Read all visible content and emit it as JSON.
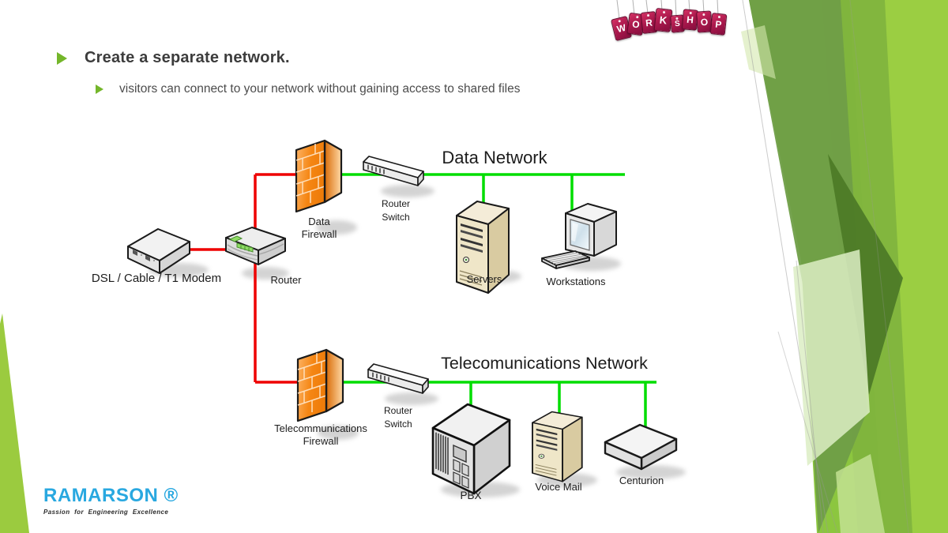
{
  "slide": {
    "title": "Create a separate network.",
    "subtitle": "visitors can connect to your network without gaining access to shared files"
  },
  "workshop": {
    "letters": [
      "W",
      "O",
      "R",
      "K",
      "S",
      "H",
      "O",
      "P"
    ]
  },
  "brand": {
    "name": "RAMARSON ®",
    "tagline": "Passion for Engineering Excellence"
  },
  "diagram": {
    "titles": {
      "data_network": "Data Network",
      "telecom_network": "Telecomunications Network"
    },
    "labels": {
      "modem": "DSL / Cable / T1 Modem",
      "router": "Router",
      "data_firewall_line1": "Data",
      "data_firewall_line2": "Firewall",
      "switch1_line1": "Router",
      "switch1_line2": "Switch",
      "servers": "Servers",
      "workstations": "Workstations",
      "telecom_firewall_line1": "Telecommunications",
      "telecom_firewall_line2": "Firewall",
      "switch2_line1": "Router",
      "switch2_line2": "Switch",
      "pbx": "PBX",
      "voicemail": "Voice Mail",
      "centurion": "Centurion"
    },
    "colors": {
      "connection_red": "#ee0000",
      "connection_green": "#00dd00",
      "firewall_orange": "#f58613",
      "accent_green": "#8cc63f"
    }
  }
}
